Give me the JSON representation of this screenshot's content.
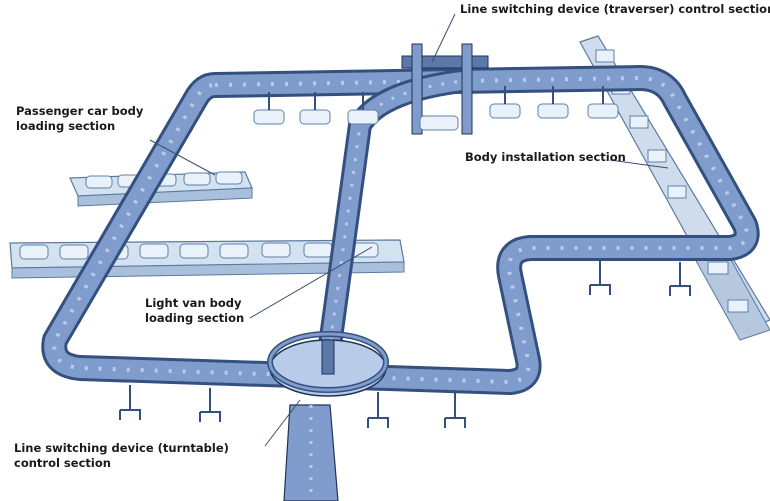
{
  "labels": {
    "traverser": "Line switching device (traverser) control section",
    "passenger_line1": "Passenger car body",
    "passenger_line2": "loading section",
    "body_install": "Body installation section",
    "lightvan_line1": "Light van body",
    "lightvan_line2": "loading section",
    "turntable_line1": "Line switching device (turntable)",
    "turntable_line2": "control section"
  },
  "colors": {
    "track_fill": "#7f9ccc",
    "track_dark": "#34507e",
    "track_light": "#b8cbe8",
    "rail_edge": "#1f3358",
    "platform_fill": "#d3e2f1",
    "platform_edge": "#5c7aa0",
    "leader_line": "#3a4f72"
  }
}
